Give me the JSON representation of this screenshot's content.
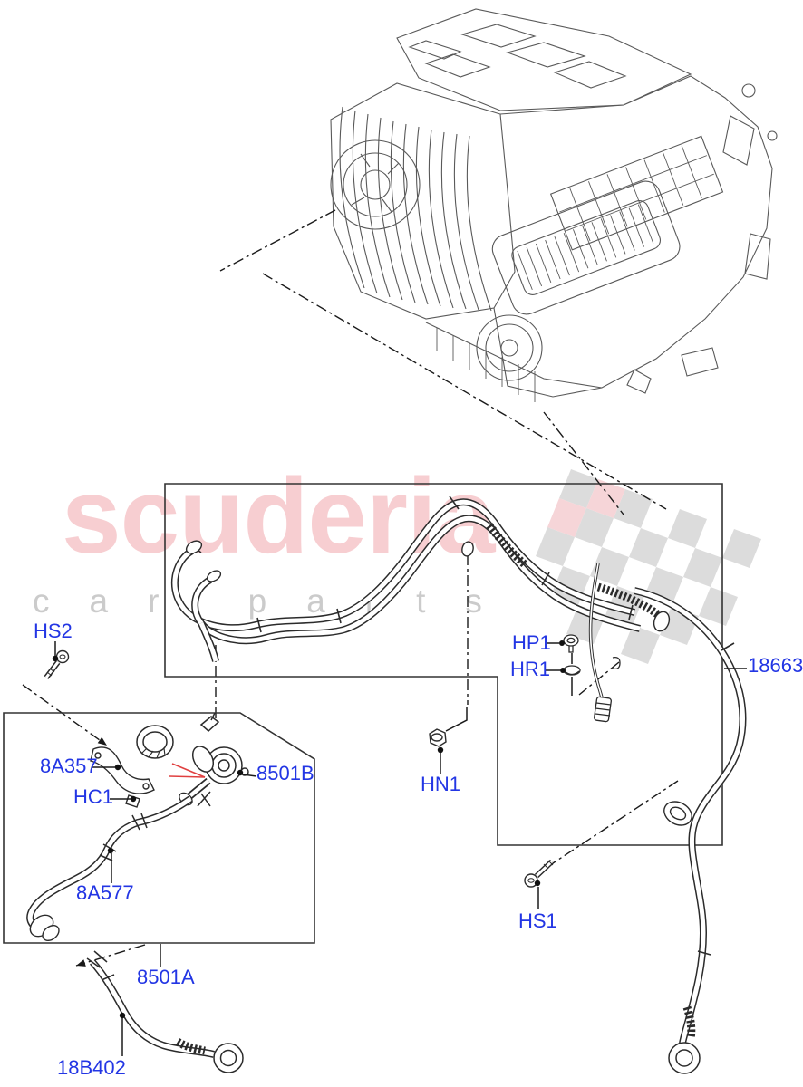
{
  "watermark": {
    "brand": "scuderia",
    "tagline": "car parts",
    "brand_color": "#f7ced1",
    "tagline_color": "#cbcbcb",
    "flag_color": "#dcdcdc",
    "flag_accent_color": "#f6d5d8"
  },
  "diagram": {
    "label_color": "#2336e4",
    "line_color": "#1a1a1a",
    "box_color": "#333333",
    "sketch_color": "#595959",
    "pointer_arrow_color": "#e04040"
  },
  "labels": {
    "hs2": "HS2",
    "a8357": "8A357",
    "hc1": "HC1",
    "p8501b": "8501B",
    "a8577": "8A577",
    "p8501a": "8501A",
    "p18b402": "18B402",
    "hn1": "HN1",
    "hp1": "HP1",
    "hr1": "HR1",
    "p18663": "18663",
    "hs1": "HS1"
  }
}
